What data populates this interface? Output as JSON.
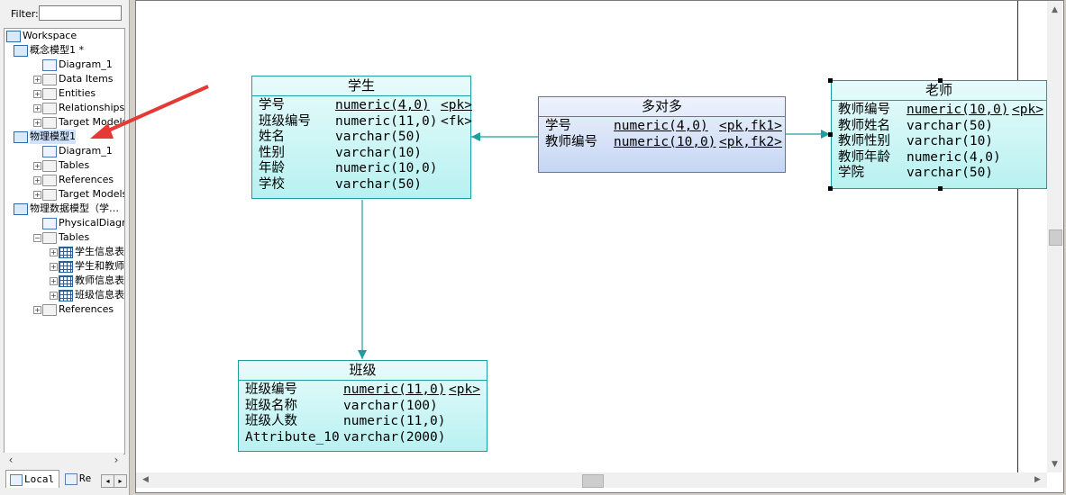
{
  "filter": {
    "label": "Filter:",
    "value": ""
  },
  "tree": [
    {
      "label": "Workspace",
      "icon": "workspace-icon",
      "depth": 0,
      "exp": ""
    },
    {
      "label": "概念模型1 *",
      "icon": "model-icon",
      "depth": 0,
      "exp": "−"
    },
    {
      "label": "Diagram_1",
      "icon": "diagram-icon",
      "depth": 1,
      "exp": ""
    },
    {
      "label": "Data Items",
      "icon": "folder-icon",
      "depth": 1,
      "exp": "+"
    },
    {
      "label": "Entities",
      "icon": "folder-icon",
      "depth": 1,
      "exp": "+"
    },
    {
      "label": "Relationships",
      "icon": "folder-icon",
      "depth": 1,
      "exp": "+"
    },
    {
      "label": "Target Models",
      "icon": "folder-icon",
      "depth": 1,
      "exp": "+"
    },
    {
      "label": "物理模型1",
      "icon": "model-icon",
      "depth": 0,
      "exp": "−"
    },
    {
      "label": "Diagram_1",
      "icon": "diagram-icon",
      "depth": 1,
      "exp": ""
    },
    {
      "label": "Tables",
      "icon": "folder-icon",
      "depth": 1,
      "exp": "+"
    },
    {
      "label": "References",
      "icon": "folder-icon",
      "depth": 1,
      "exp": "+"
    },
    {
      "label": "Target Models",
      "icon": "folder-icon",
      "depth": 1,
      "exp": "+"
    },
    {
      "label": "物理数据模型（学…",
      "icon": "model-icon",
      "depth": 0,
      "exp": "−"
    },
    {
      "label": "PhysicalDiagram_",
      "icon": "diagram-icon",
      "depth": 1,
      "exp": ""
    },
    {
      "label": "Tables",
      "icon": "folder-icon",
      "depth": 1,
      "exp": "−"
    },
    {
      "label": "学生信息表",
      "icon": "table-icon",
      "depth": 2,
      "exp": "+"
    },
    {
      "label": "学生和教师",
      "icon": "table-icon",
      "depth": 2,
      "exp": "+"
    },
    {
      "label": "教师信息表",
      "icon": "table-icon",
      "depth": 2,
      "exp": "+"
    },
    {
      "label": "班级信息表",
      "icon": "table-icon",
      "depth": 2,
      "exp": "+"
    },
    {
      "label": "References",
      "icon": "folder-icon",
      "depth": 1,
      "exp": "+"
    }
  ],
  "tabs": {
    "local": "Local",
    "repository": "Re"
  },
  "entities": {
    "student": {
      "title": "学生",
      "rows": [
        {
          "name": "学号",
          "type": "numeric(4,0)",
          "key": "<pk>",
          "type_u": true,
          "key_u": true
        },
        {
          "name": "班级编号",
          "type": "numeric(11,0)",
          "key": "<fk>",
          "type_u": false,
          "key_u": false
        },
        {
          "name": "姓名",
          "type": "varchar(50)",
          "key": "",
          "type_u": false,
          "key_u": false
        },
        {
          "name": "性别",
          "type": "varchar(10)",
          "key": "",
          "type_u": false,
          "key_u": false
        },
        {
          "name": "年龄",
          "type": "numeric(10,0)",
          "key": "",
          "type_u": false,
          "key_u": false
        },
        {
          "name": "学校",
          "type": "varchar(50)",
          "key": "",
          "type_u": false,
          "key_u": false
        }
      ]
    },
    "many_to_many": {
      "title": "多对多",
      "rows": [
        {
          "name": "学号",
          "type": "numeric(4,0)",
          "key": "<pk,fk1>",
          "type_u": true,
          "key_u": true
        },
        {
          "name": "教师编号",
          "type": "numeric(10,0)",
          "key": "<pk,fk2>",
          "type_u": true,
          "key_u": true
        }
      ]
    },
    "teacher": {
      "title": "老师",
      "rows": [
        {
          "name": "教师编号",
          "type": "numeric(10,0)",
          "key": "<pk>",
          "type_u": true,
          "key_u": true
        },
        {
          "name": "教师姓名",
          "type": "varchar(50)",
          "key": "",
          "type_u": false,
          "key_u": false
        },
        {
          "name": "教师性别",
          "type": "varchar(10)",
          "key": "",
          "type_u": false,
          "key_u": false
        },
        {
          "name": "教师年龄",
          "type": "numeric(4,0)",
          "key": "",
          "type_u": false,
          "key_u": false
        },
        {
          "name": "学院",
          "type": "varchar(50)",
          "key": "",
          "type_u": false,
          "key_u": false
        }
      ]
    },
    "class": {
      "title": "班级",
      "rows": [
        {
          "name": "班级编号",
          "type": "numeric(11,0)",
          "key": "<pk>",
          "type_u": true,
          "key_u": true
        },
        {
          "name": "班级名称",
          "type": "varchar(100)",
          "key": "",
          "type_u": false,
          "key_u": false
        },
        {
          "name": "班级人数",
          "type": "numeric(11,0)",
          "key": "",
          "type_u": false,
          "key_u": false
        },
        {
          "name": "Attribute_10",
          "type": "varchar(2000)",
          "key": "",
          "type_u": false,
          "key_u": false
        }
      ]
    }
  },
  "colors": {
    "link": "#1f9e9e",
    "annotation_arrow": "#e53935",
    "table_border": "#1f9e9e",
    "selected_table_border": "#5479b8"
  }
}
